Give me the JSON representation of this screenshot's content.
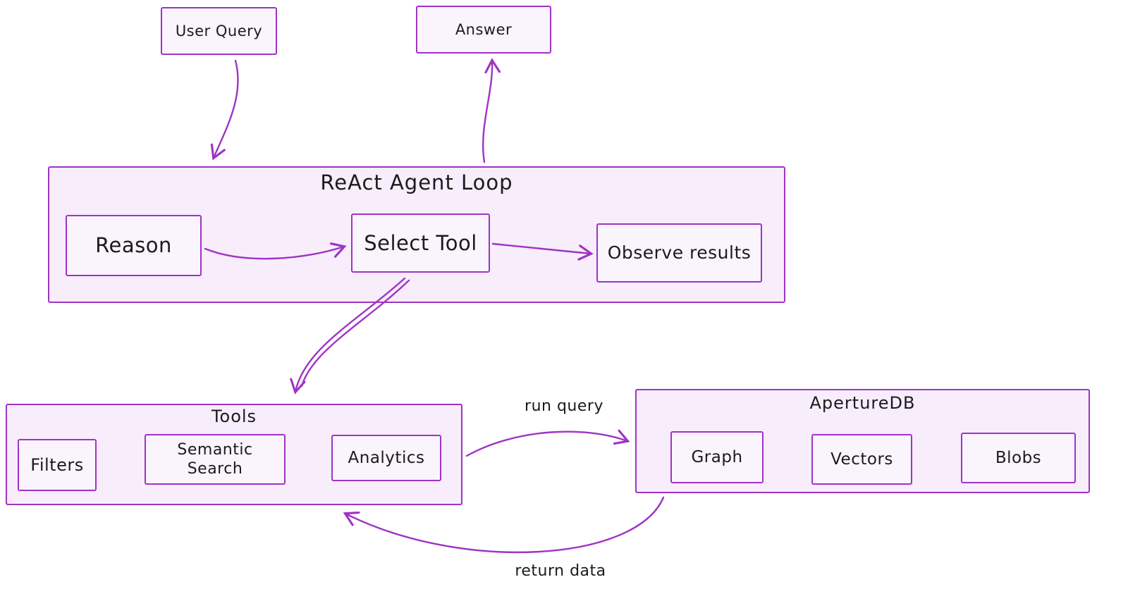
{
  "colors": {
    "stroke": "#a033c4",
    "outer_fill": "#f7edfb",
    "inner_fill": "#faf4fd",
    "text": "#1b1b1b"
  },
  "nodes": {
    "user_query": {
      "label": "User Query"
    },
    "answer": {
      "label": "Answer"
    },
    "react_loop": {
      "title": "ReAct Agent Loop"
    },
    "reason": {
      "label": "Reason"
    },
    "select_tool": {
      "label": "Select Tool"
    },
    "observe_results": {
      "label": "Observe results"
    },
    "tools": {
      "title": "Tools"
    },
    "filters": {
      "label": "Filters"
    },
    "semantic_search": {
      "label": "Semantic Search"
    },
    "analytics": {
      "label": "Analytics"
    },
    "aperturedb": {
      "title": "ApertureDB"
    },
    "graph": {
      "label": "Graph"
    },
    "vectors": {
      "label": "Vectors"
    },
    "blobs": {
      "label": "Blobs"
    }
  },
  "edges": {
    "user_query_to_react": {
      "label": ""
    },
    "react_to_answer": {
      "label": ""
    },
    "reason_to_select_tool": {
      "label": ""
    },
    "select_tool_to_observe": {
      "label": ""
    },
    "select_tool_to_tools": {
      "label": ""
    },
    "run_query": {
      "label": "run query"
    },
    "return_data": {
      "label": "return data"
    }
  }
}
